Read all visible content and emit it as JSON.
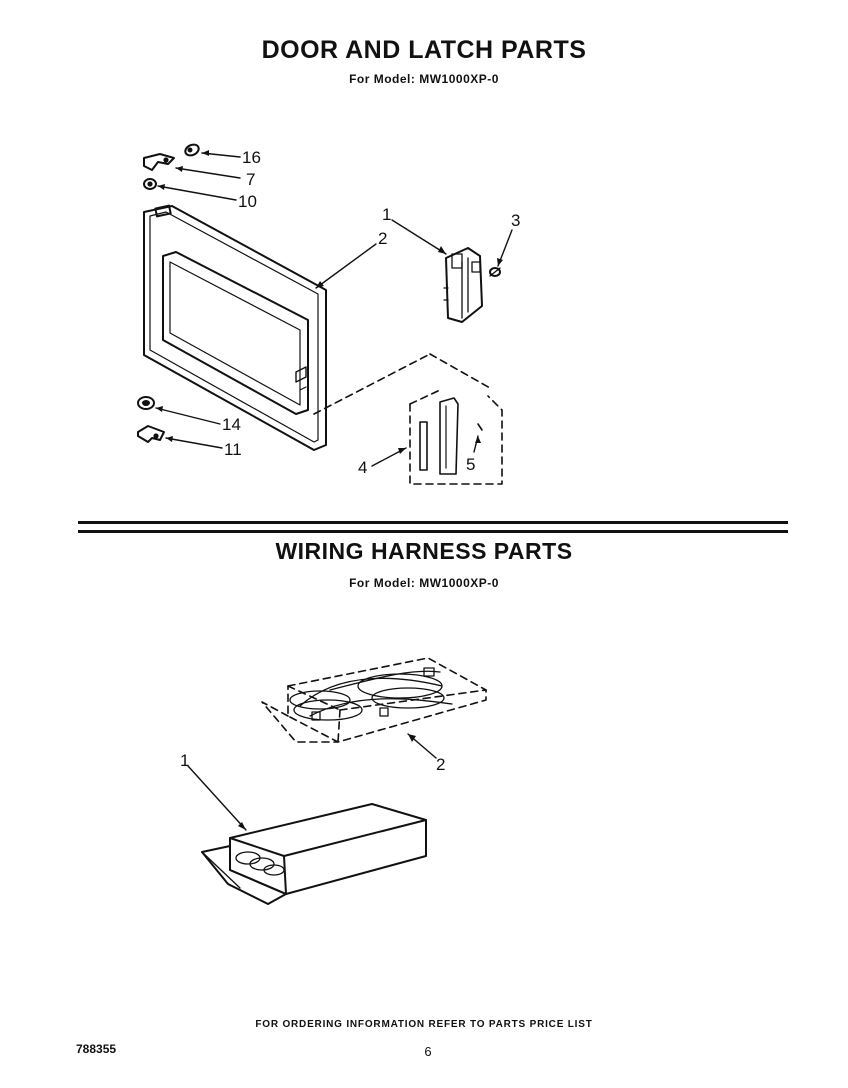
{
  "door_section": {
    "title": "DOOR AND LATCH PARTS",
    "model_line": "For Model: MW1000XP-0",
    "callouts": [
      "16",
      "7",
      "10",
      "1",
      "2",
      "3",
      "14",
      "11",
      "4",
      "5"
    ]
  },
  "wiring_section": {
    "title": "WIRING HARNESS PARTS",
    "model_line": "For Model: MW1000XP-0",
    "callouts": [
      "1",
      "2"
    ]
  },
  "footer": {
    "ordering_note": "FOR ORDERING INFORMATION REFER TO PARTS PRICE LIST",
    "doc_code": "788355",
    "page_number": "6"
  }
}
